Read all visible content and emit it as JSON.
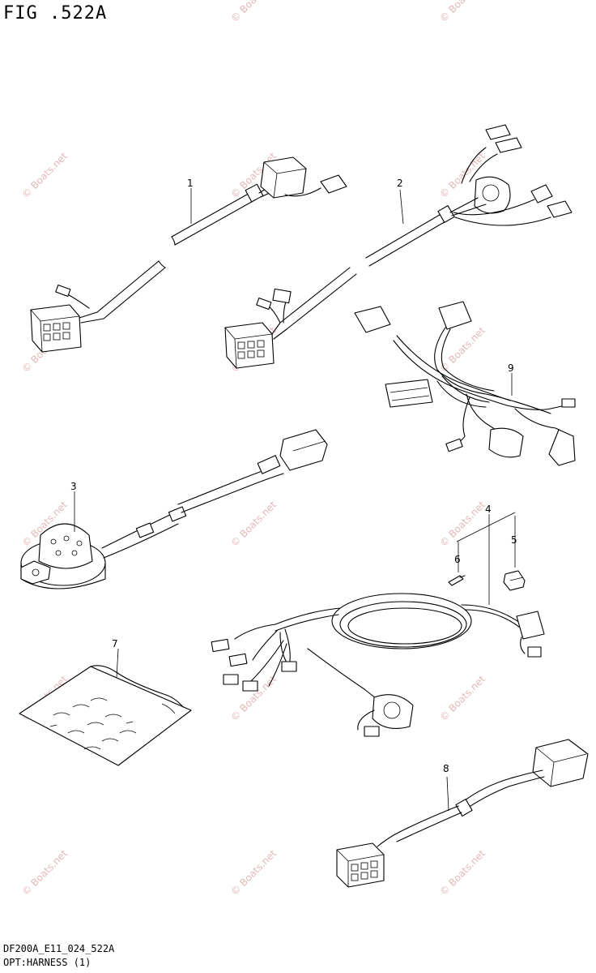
{
  "figure": {
    "title": "FIG .522A",
    "code": "DF200A_E11_024_522A",
    "name": "OPT:HARNESS (1)"
  },
  "callouts": [
    "1",
    "2",
    "3",
    "4",
    "5",
    "6",
    "7",
    "8",
    "9"
  ],
  "watermark": {
    "text": "© Boats.net",
    "color": "#e2b8b8"
  },
  "parts": [
    {
      "callout": "1",
      "icon": "wire-harness-icon"
    },
    {
      "callout": "2",
      "icon": "wire-harness-with-connectors-icon"
    },
    {
      "callout": "3",
      "icon": "buzzer-icon"
    },
    {
      "callout": "4",
      "icon": "coiled-harness-icon"
    },
    {
      "callout": "5",
      "icon": "connector-cap-icon"
    },
    {
      "callout": "6",
      "icon": "terminal-pin-icon"
    },
    {
      "callout": "7",
      "icon": "parts-bag-icon"
    },
    {
      "callout": "8",
      "icon": "short-harness-icon"
    },
    {
      "callout": "9",
      "icon": "branched-harness-icon"
    }
  ]
}
